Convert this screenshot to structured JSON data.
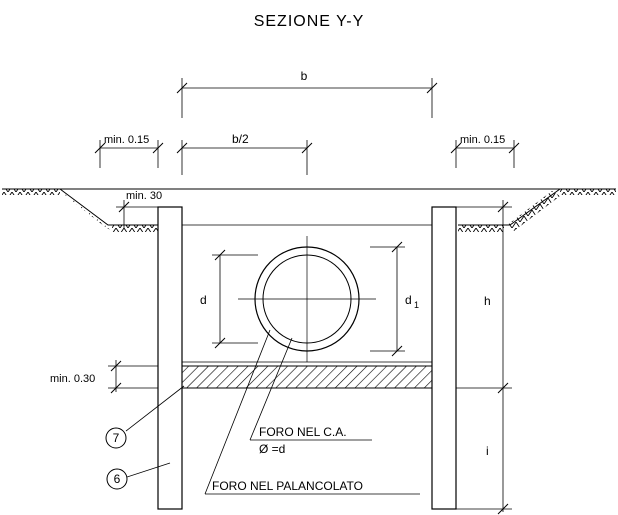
{
  "title": "SEZIONE Y-Y",
  "dimensions": {
    "b": "b",
    "b_half": "b/2",
    "min_left": "min. 0.15",
    "min_right": "min. 0.15",
    "min_30": "min. 30",
    "min_030": "min. 0.30",
    "d": "d",
    "d1": "d",
    "d1_sub": "1",
    "h": "h",
    "i": "i"
  },
  "labels": {
    "foro_ca": "FORO  NEL  C.A.",
    "diameter": "Ø  =d",
    "foro_palancolato": "FORO  NEL  PALANCOLATO"
  },
  "markers": {
    "seven": "7",
    "six": "6"
  }
}
